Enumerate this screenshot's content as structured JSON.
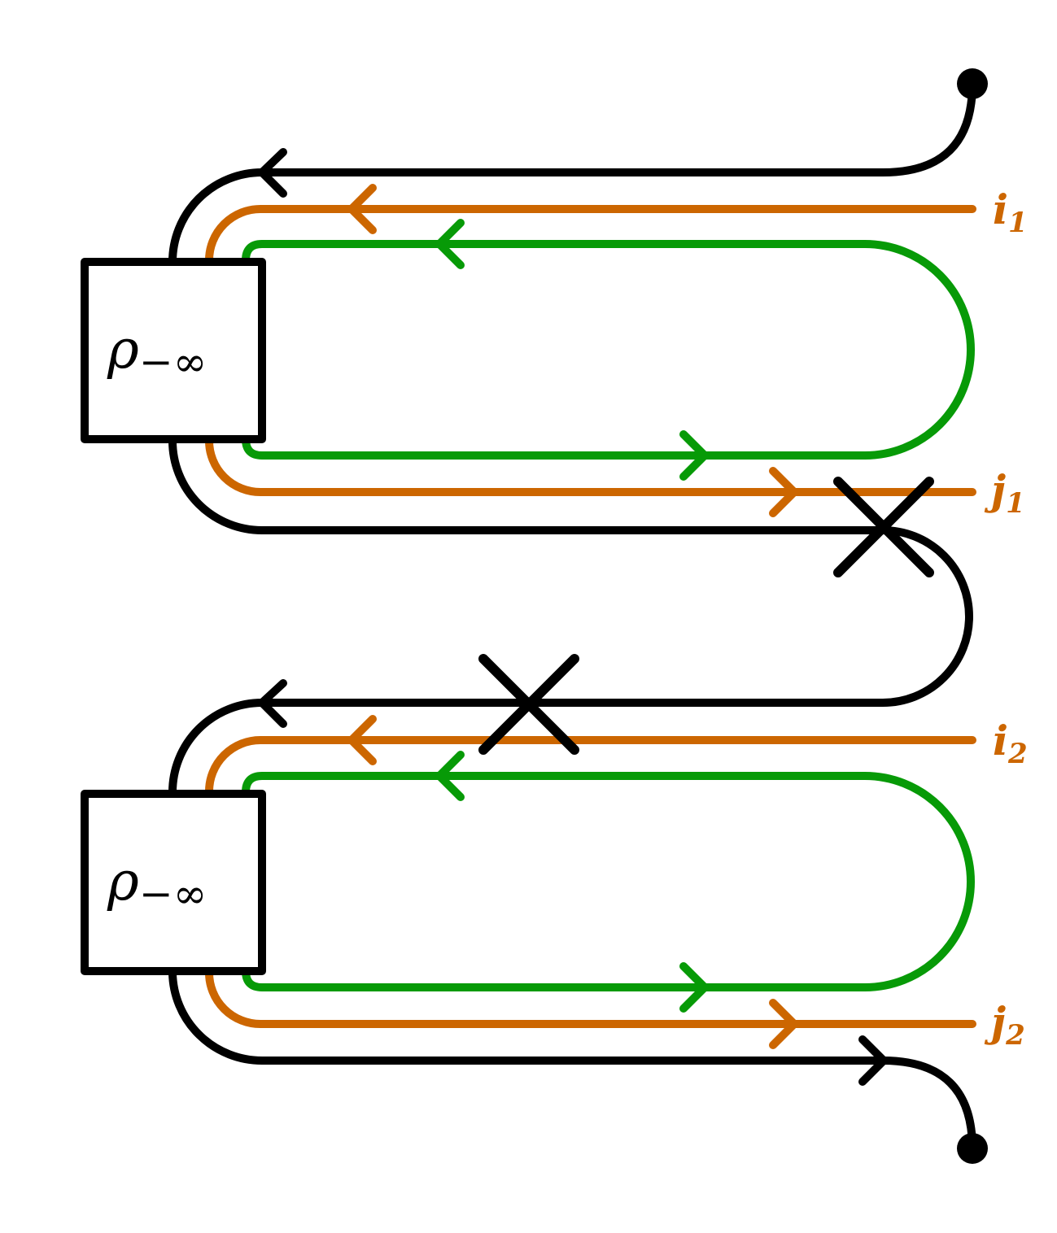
{
  "colors": {
    "black": "#000000",
    "orange": "#CC6600",
    "green": "#079A07",
    "background": "#FFFFFF"
  },
  "boxes": [
    {
      "symbol": "ρ",
      "subscript": "−∞"
    },
    {
      "symbol": "ρ",
      "subscript": "−∞"
    }
  ],
  "labels": [
    {
      "letter": "i",
      "index": "1"
    },
    {
      "letter": "j",
      "index": "1"
    },
    {
      "letter": "i",
      "index": "2"
    },
    {
      "letter": "j",
      "index": "2"
    }
  ]
}
